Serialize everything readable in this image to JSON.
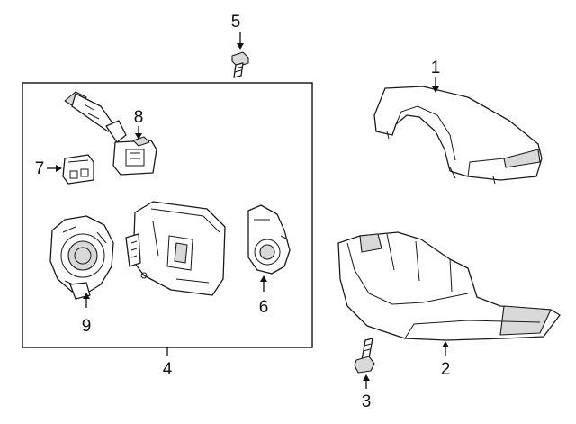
{
  "callouts": {
    "c1": "1",
    "c2": "2",
    "c3": "3",
    "c4": "4",
    "c5": "5",
    "c6": "6",
    "c7": "7",
    "c8": "8",
    "c9": "9"
  },
  "colors": {
    "line": "#1a1a1a",
    "shading": "#d9d9d9",
    "background": "#ffffff"
  }
}
